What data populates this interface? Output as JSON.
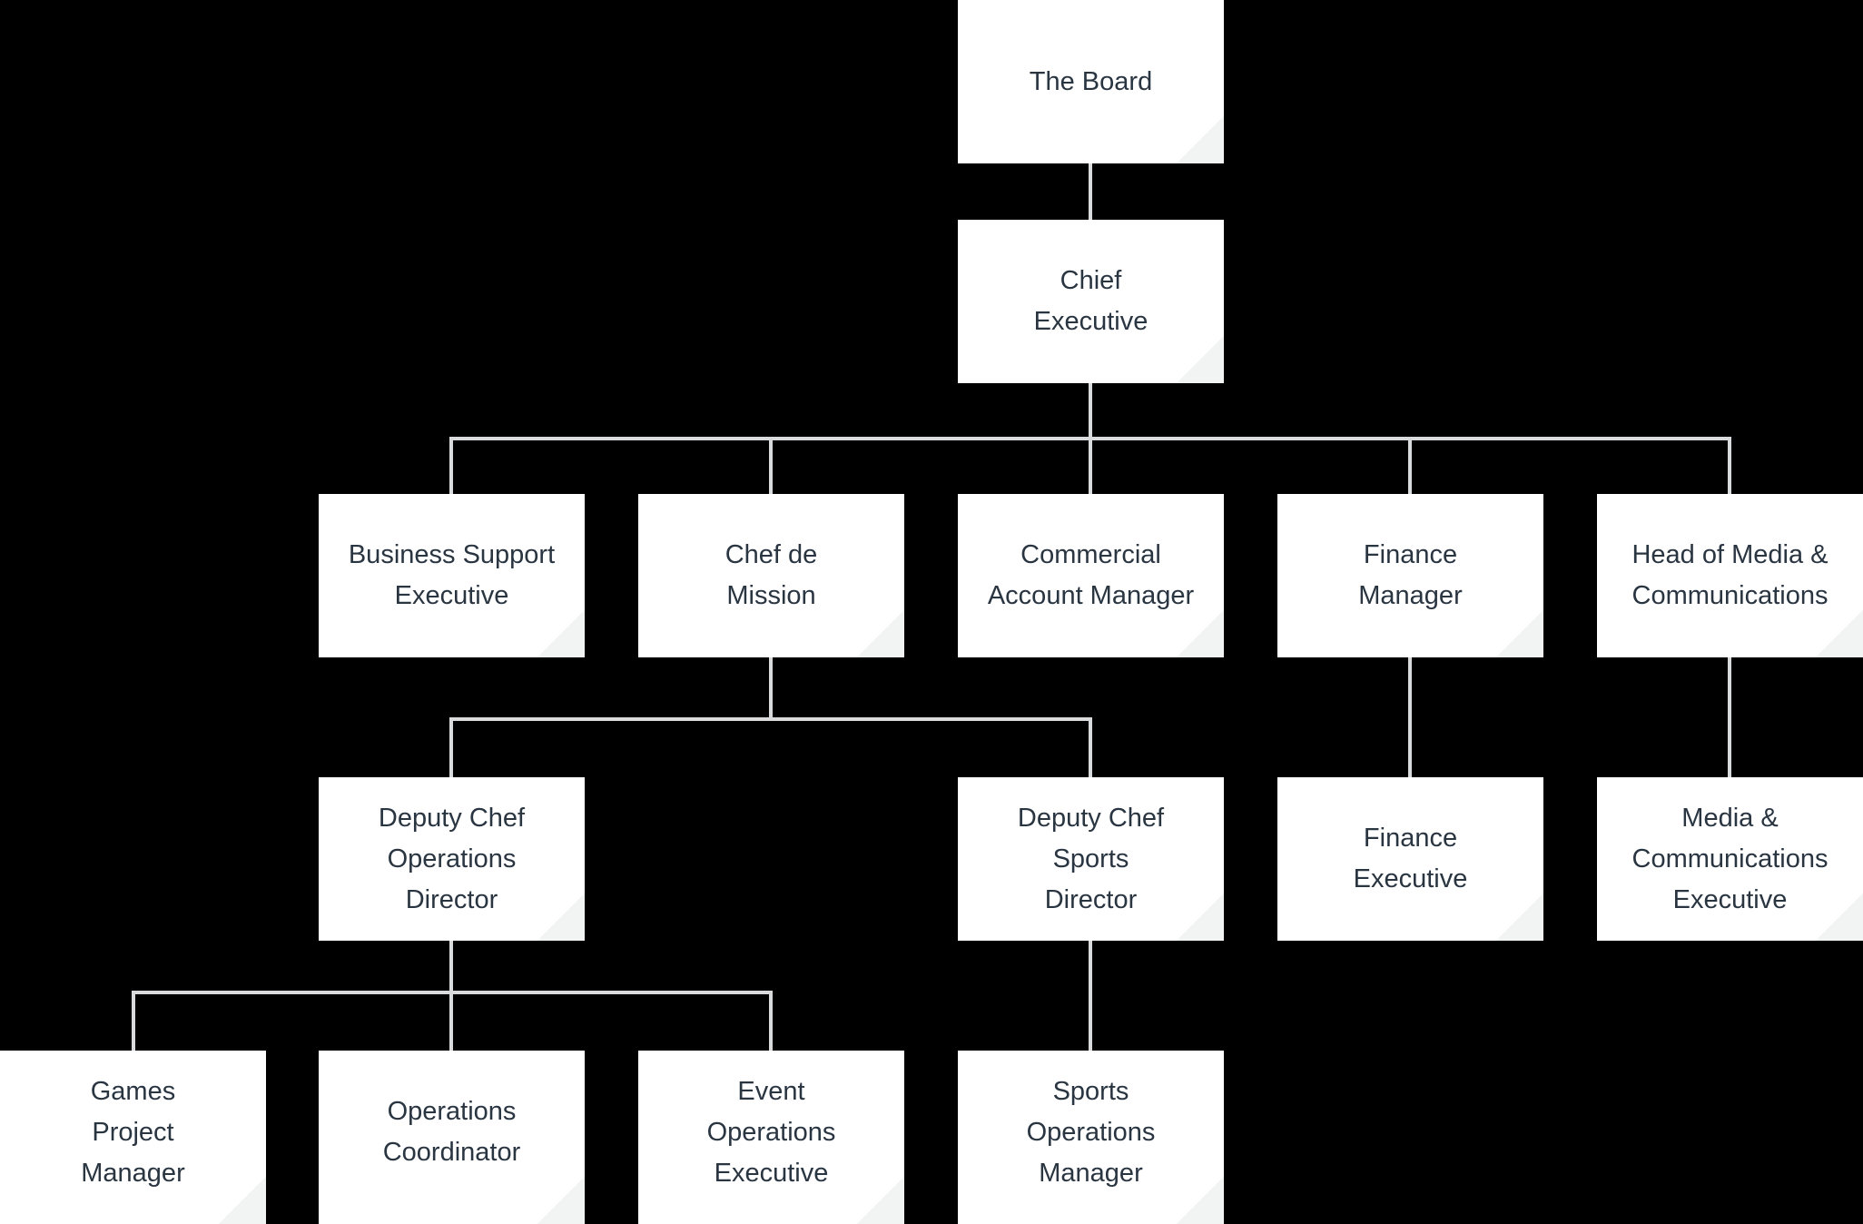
{
  "diagram": {
    "type": "org-chart",
    "background_color": "#000000",
    "node_fill_color": "#ffffff",
    "node_text_color": "#2a3542",
    "connector_color": "#d9dadb",
    "fold_corner_color": "#f2f3f3",
    "nodes": {
      "the_board": {
        "label": "The Board",
        "reports_to": null
      },
      "chief_executive": {
        "label": "Chief\nExecutive",
        "reports_to": "The Board"
      },
      "business_support_executive": {
        "label": "Business Support\nExecutive",
        "reports_to": "Chief Executive"
      },
      "chef_de_mission": {
        "label": "Chef de\nMission",
        "reports_to": "Chief Executive"
      },
      "commercial_account_manager": {
        "label": "Commercial\nAccount Manager",
        "reports_to": "Chief Executive"
      },
      "finance_manager": {
        "label": "Finance\nManager",
        "reports_to": "Chief Executive"
      },
      "head_of_media_communications": {
        "label": "Head of Media &\nCommunications",
        "reports_to": "Chief Executive"
      },
      "deputy_chef_operations_director": {
        "label": "Deputy Chef\nOperations\nDirector",
        "reports_to": "Chef de Mission"
      },
      "deputy_chef_sports_director": {
        "label": "Deputy Chef\nSports\nDirector",
        "reports_to": "Chef de Mission"
      },
      "finance_executive": {
        "label": "Finance\nExecutive",
        "reports_to": "Finance Manager"
      },
      "media_communications_executive": {
        "label": "Media &\nCommunications\nExecutive",
        "reports_to": "Head of Media & Communications"
      },
      "games_project_manager": {
        "label": "Games\nProject\nManager",
        "reports_to": "Deputy Chef Operations Director"
      },
      "operations_coordinator": {
        "label": "Operations\nCoordinator",
        "reports_to": "Deputy Chef Operations Director"
      },
      "event_operations_executive": {
        "label": "Event\nOperations\nExecutive",
        "reports_to": "Deputy Chef Operations Director"
      },
      "sports_operations_manager": {
        "label": "Sports\nOperations\nManager",
        "reports_to": "Deputy Chef Sports Director"
      }
    }
  }
}
